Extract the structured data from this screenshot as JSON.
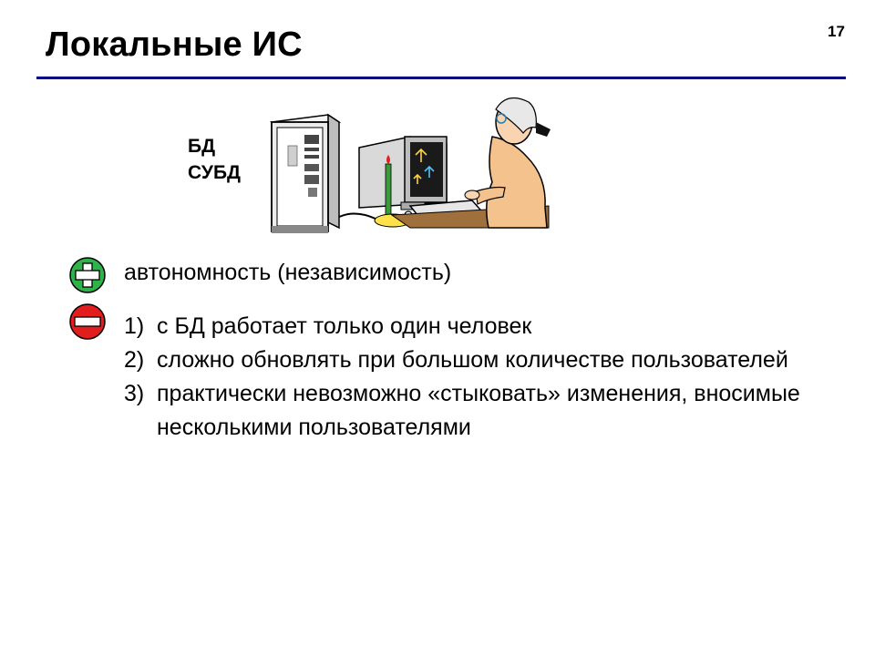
{
  "slide": {
    "title": "Локальные ИС",
    "page_number": "17"
  },
  "labels": {
    "db": "БД",
    "dbms": "СУБД"
  },
  "pros": {
    "icon": "plus-icon",
    "color": "#2db34a",
    "text": "автономность (независимость)"
  },
  "cons": {
    "icon": "minus-icon",
    "color": "#e11d1d",
    "items": [
      {
        "num": "1)",
        "text": "с БД работает только один человек"
      },
      {
        "num": "2)",
        "text": "сложно обновлять при большом количестве пользователей"
      },
      {
        "num": "3)",
        "text": "практически невозможно «стыковать» изменения, вносимые несколькими пользователями"
      }
    ]
  },
  "colors": {
    "title_rule": "#000080"
  }
}
